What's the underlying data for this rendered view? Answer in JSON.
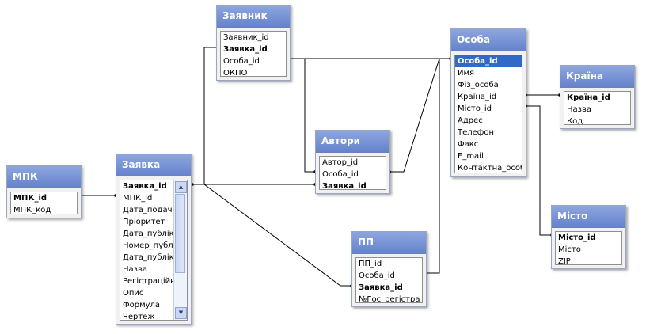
{
  "tables": {
    "mpk": {
      "title": "МПК",
      "fields": [
        "МПК_id",
        "МПК_код"
      ]
    },
    "zayavka": {
      "title": "Заявка",
      "fields": [
        "Заявка_id",
        "МПК_id",
        "Дата_подачі",
        "Пріоритет",
        "Дата_публік",
        "Номер_публік",
        "Дата_публік",
        "Назва",
        "Регістраційн",
        "Опис",
        "Формула",
        "Чертеж"
      ]
    },
    "zayavnyk": {
      "title": "Заявник",
      "fields": [
        "Заявник_id",
        "Заявка_id",
        "Особа_id",
        "ОКПО"
      ]
    },
    "avtory": {
      "title": "Автори",
      "fields": [
        "Автор_id",
        "Особа_id",
        "Заявка_id"
      ]
    },
    "pp": {
      "title": "ПП",
      "fields": [
        "ПП_id",
        "Особа_id",
        "Заявка_id",
        "№Гос_регістра"
      ]
    },
    "osoba": {
      "title": "Особа",
      "fields": [
        "Особа_id",
        "Имя",
        "Фіз_особа",
        "Країна_id",
        "Місто_id",
        "Адрес",
        "Телефон",
        "Факс",
        "E_mail",
        "Контактна_особа"
      ]
    },
    "kraina": {
      "title": "Країна",
      "fields": [
        "Країна_id",
        "Назва",
        "Код"
      ]
    },
    "misto": {
      "title": "Місто",
      "fields": [
        "Місто_id",
        "Місто",
        "ZIP"
      ]
    }
  },
  "scrollbar_arrows": {
    "up": "▲",
    "down": "▼"
  }
}
